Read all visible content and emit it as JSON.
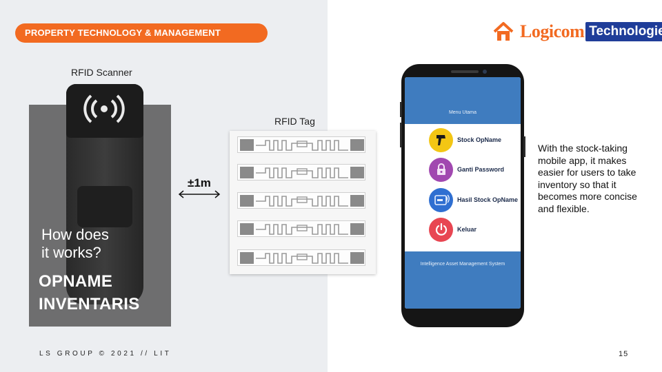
{
  "header": {
    "section_label": "PROPERTY TECHNOLOGY & MANAGEMENT"
  },
  "logo": {
    "word_1": "Logicom",
    "word_2": "Technologies",
    "colors": {
      "orange": "#f26a21",
      "blue": "#1f3d99"
    }
  },
  "labels": {
    "scanner": "RFID Scanner",
    "tag": "RFID Tag",
    "distance": "±1m"
  },
  "headline": {
    "line_1": "How does",
    "line_2": "it works?"
  },
  "title": {
    "line_1": "OPNAME",
    "line_2": "INVENTARIS"
  },
  "phone_app": {
    "screen_title": "Menu Utama",
    "menu_items": [
      {
        "label": "Stock OpName",
        "icon": "scanner-gun-icon",
        "color": "#f3c614"
      },
      {
        "label": "Ganti Password",
        "icon": "padlock-icon",
        "color": "#a148b0"
      },
      {
        "label": "Hasil Stock OpName",
        "icon": "rfid-card-icon",
        "color": "#2f6fd1"
      },
      {
        "label": "Keluar",
        "icon": "power-icon",
        "color": "#e84652"
      }
    ],
    "footer_text": "Intelligence Asset Management System",
    "theme_color": "#3f7cbf"
  },
  "description": "With the stock-taking mobile app, it makes easier for users to take inventory so that it becomes more concise and flexible.",
  "footer": {
    "left_text": "LS GROUP © 2021 // LIT",
    "page_number": "15"
  },
  "colors": {
    "accent": "#f26a21",
    "left_panel": "#eceef1"
  }
}
